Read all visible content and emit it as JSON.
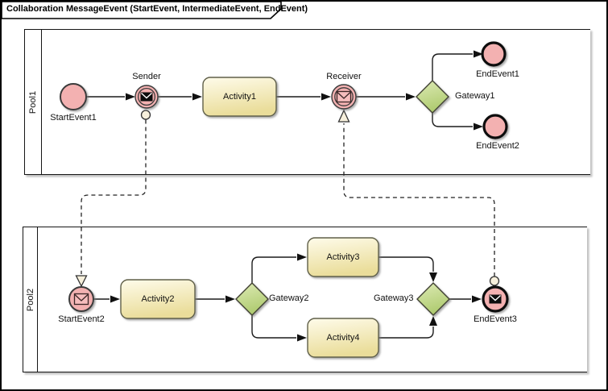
{
  "frame": {
    "title": "Collaboration MessageEvent (StartEvent, IntermediateEvent, EndEvent)"
  },
  "pool1": {
    "label": "Pool1"
  },
  "pool2": {
    "label": "Pool2"
  },
  "nodes": {
    "startEvent1": {
      "label": "StartEvent1",
      "type": "bpmn-start-event"
    },
    "sender": {
      "label": "Sender",
      "type": "bpmn-intermediate-message-throw-event"
    },
    "activity1": {
      "label": "Activity1",
      "type": "bpmn-task"
    },
    "receiver": {
      "label": "Receiver",
      "type": "bpmn-intermediate-message-catch-event"
    },
    "gateway1": {
      "label": "Gateway1",
      "type": "bpmn-gateway"
    },
    "endEvent1": {
      "label": "EndEvent1",
      "type": "bpmn-end-event"
    },
    "endEvent2": {
      "label": "EndEvent2",
      "type": "bpmn-end-event"
    },
    "startEvent2": {
      "label": "StartEvent2",
      "type": "bpmn-message-start-event"
    },
    "activity2": {
      "label": "Activity2",
      "type": "bpmn-task"
    },
    "gateway2": {
      "label": "Gateway2",
      "type": "bpmn-gateway"
    },
    "activity3": {
      "label": "Activity3",
      "type": "bpmn-task"
    },
    "activity4": {
      "label": "Activity4",
      "type": "bpmn-task"
    },
    "gateway3": {
      "label": "Gateway3",
      "type": "bpmn-gateway"
    },
    "endEvent3": {
      "label": "EndEvent3",
      "type": "bpmn-message-end-event"
    }
  },
  "icons": {
    "message_throw": "filled-envelope-icon",
    "message_catch": "outline-envelope-icon"
  },
  "colors": {
    "event_fill": "#F3B1B1",
    "event_border": "#3A3A3A",
    "end_event_border": "#0F0F0F",
    "activity_fill_top": "#FEFBEA",
    "activity_fill_bottom": "#EADD9A",
    "activity_border": "#60604A",
    "gateway_fill_top": "#DDEAB5",
    "gateway_fill_bottom": "#AFCB70",
    "gateway_border": "#3F3F33",
    "line": "#1C1C1C",
    "message_marker_fill": "#F7F0DC",
    "background": "#FFFFFF"
  }
}
